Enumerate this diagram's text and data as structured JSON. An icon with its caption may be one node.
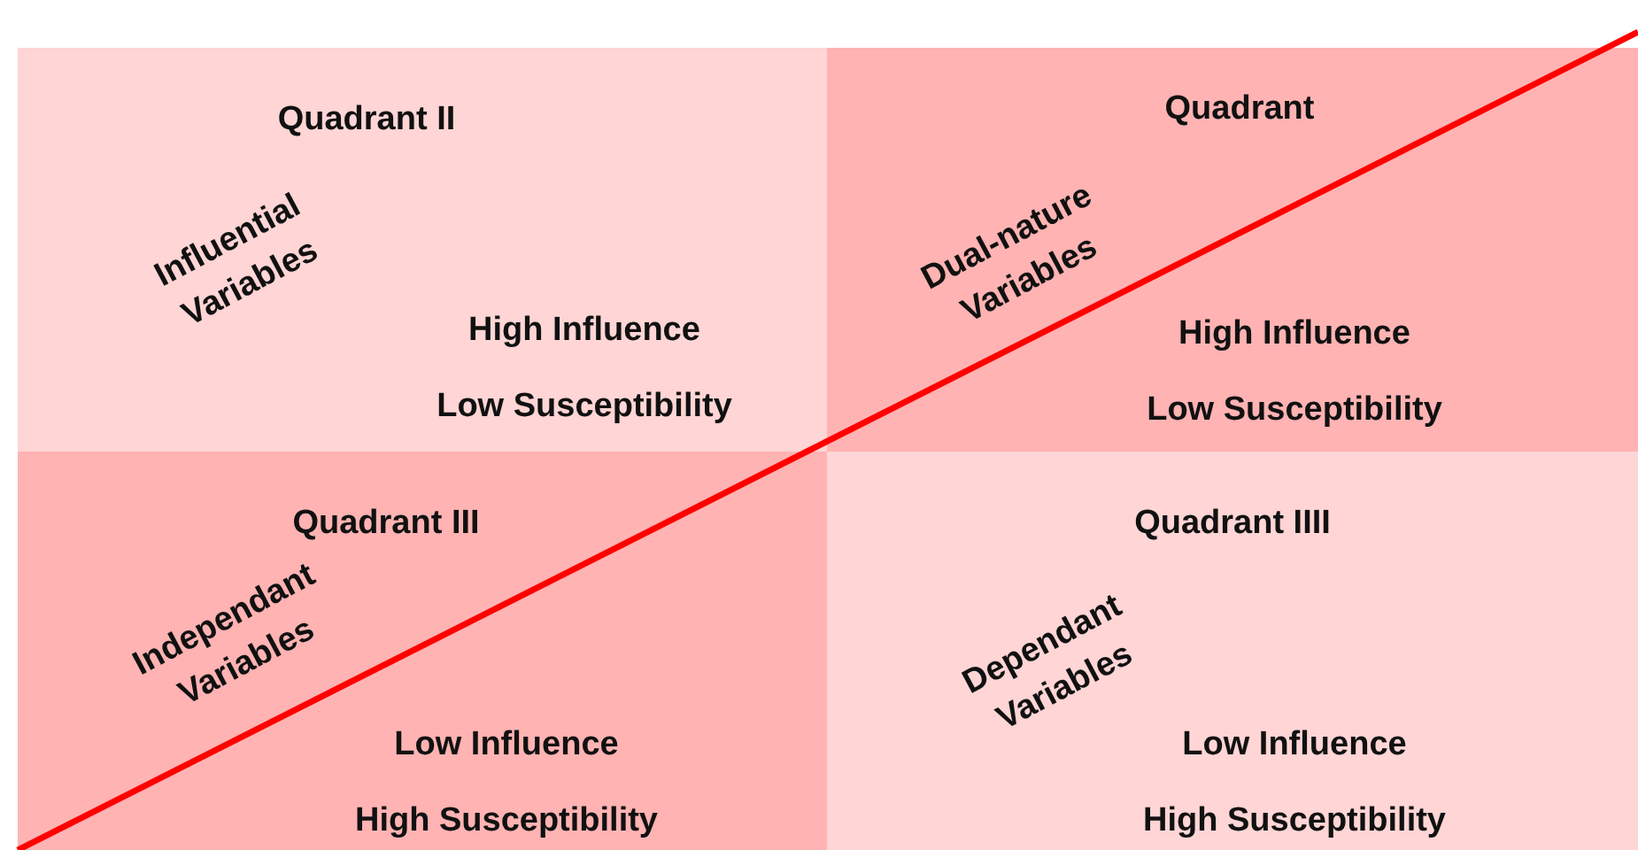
{
  "diagram": {
    "nodes": [
      {
        "text": [
          "Quadrant II",
          "Influential Variables",
          "High Influence",
          "Low Susceptibility"
        ]
      },
      {
        "text": [
          "Quadrant",
          "Dual-nature Variables",
          "High Influence",
          "Low Susceptibility"
        ]
      },
      {
        "text": [
          "Quadrant III",
          "Independant Variables",
          "Low Influence",
          "High Susceptibility"
        ]
      },
      {
        "text": [
          "Quadrant IIII",
          "Dependant Variables",
          "Low Influence",
          "High Susceptibility"
        ]
      }
    ]
  }
}
